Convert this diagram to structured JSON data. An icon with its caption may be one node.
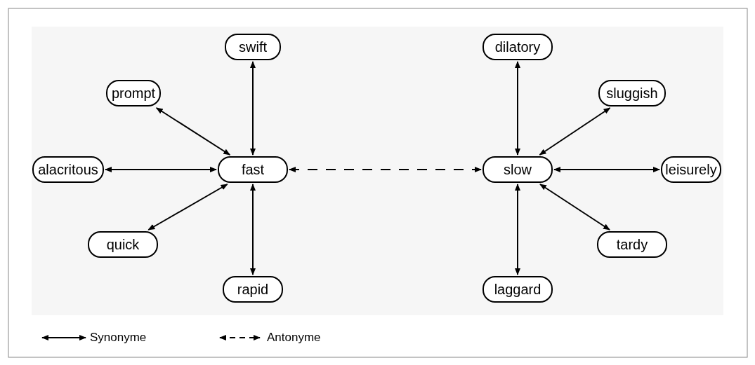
{
  "diagram": {
    "nodes": [
      {
        "text": [
          "swift"
        ]
      },
      {
        "text": [
          "dilatory"
        ]
      },
      {
        "text": [
          "prompt"
        ]
      },
      {
        "text": [
          "sluggish"
        ]
      },
      {
        "text": [
          "alacritous"
        ]
      },
      {
        "text": [
          "fast"
        ]
      },
      {
        "text": [
          "slow"
        ]
      },
      {
        "text": [
          "leisurely"
        ]
      },
      {
        "text": [
          "quick"
        ]
      },
      {
        "text": [
          "tardy"
        ]
      },
      {
        "text": [
          "rapid"
        ]
      },
      {
        "text": [
          "laggard"
        ]
      }
    ],
    "edges": [
      {
        "from": 5,
        "to": 0,
        "arrow": "both"
      },
      {
        "from": 5,
        "to": 2,
        "arrow": "both"
      },
      {
        "from": 5,
        "to": 4,
        "arrow": "both"
      },
      {
        "from": 5,
        "to": 8,
        "arrow": "both"
      },
      {
        "from": 5,
        "to": 10,
        "arrow": "both"
      },
      {
        "from": 5,
        "to": 6,
        "arrow": "both",
        "style": "dashed"
      },
      {
        "from": 6,
        "to": 1,
        "arrow": "both"
      },
      {
        "from": 6,
        "to": 3,
        "arrow": "both"
      },
      {
        "from": 6,
        "to": 7,
        "arrow": "both"
      },
      {
        "from": 6,
        "to": 9,
        "arrow": "both"
      },
      {
        "from": 6,
        "to": 11,
        "arrow": "both"
      }
    ],
    "legend": [
      {
        "text": "Synonyme"
      },
      {
        "text": "Antonyme"
      }
    ]
  }
}
